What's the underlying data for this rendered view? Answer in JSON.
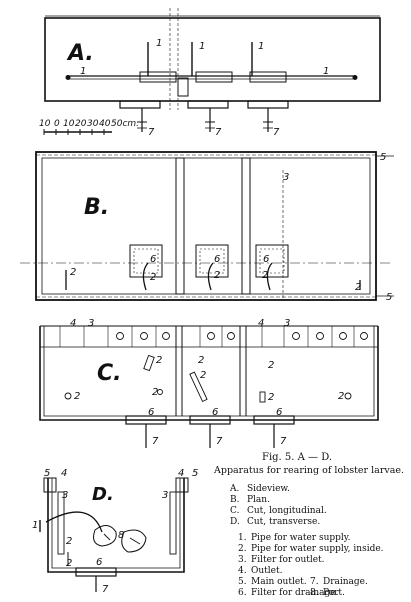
{
  "panels": {
    "a": {
      "letter": "A."
    },
    "b": {
      "letter": "B."
    },
    "c": {
      "letter": "C."
    },
    "d": {
      "letter": "D."
    }
  },
  "scale_bar": {
    "ticks": [
      "10",
      "0",
      "10",
      "20",
      "30",
      "40",
      "50cm."
    ]
  },
  "labels": {
    "n1": "1",
    "n2": "2",
    "n3": "3",
    "n4": "4",
    "n5": "5",
    "n6": "6",
    "n7": "7",
    "n8": "8"
  },
  "caption": {
    "fig": "Fig. 5.  A — D.",
    "title": "Apparatus for rearing of lobster larvae.",
    "views": [
      {
        "key": "A.",
        "text": "Sideview."
      },
      {
        "key": "B.",
        "text": "Plan."
      },
      {
        "key": "C.",
        "text": "Cut, longitudinal."
      },
      {
        "key": "D.",
        "text": "Cut, transverse."
      }
    ],
    "legend": [
      {
        "key": "1.",
        "text": "Pipe for water supply."
      },
      {
        "key": "2.",
        "text": "Pipe for water supply, inside."
      },
      {
        "key": "3.",
        "text": "Filter for outlet."
      },
      {
        "key": "4.",
        "text": "Outlet."
      },
      {
        "key": "5.",
        "text": "Main outlet."
      },
      {
        "key": "6.",
        "text": "Filter for drainage."
      },
      {
        "key": "7.",
        "text": "Drainage."
      },
      {
        "key": "8.",
        "text": "Port."
      }
    ]
  }
}
